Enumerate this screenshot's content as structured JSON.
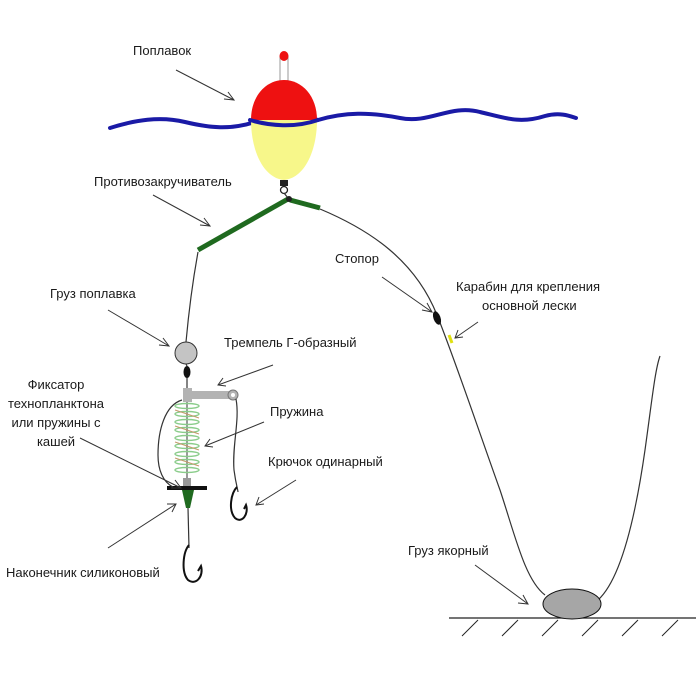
{
  "labels": {
    "float": "Поплавок",
    "anti_twist": "Противозакручиватель",
    "float_weight": "Груз поплавка",
    "stopper": "Стопор",
    "carabiner_line1": "Карабин для крепления",
    "carabiner_line2": "основной лески",
    "trempel": "Тремпель Г-образный",
    "fixer_line1": "Фиксатор",
    "fixer_line2": "технопланктона",
    "fixer_line3": "или пружины с",
    "fixer_line4": "кашей",
    "spring": "Пружина",
    "single_hook": "Крючок одинарный",
    "silicone_tip": "Наконечник силиконовый",
    "anchor_weight": "Груз якорный"
  },
  "colors": {
    "water": "#1a1aa6",
    "float_top": "#ee1111",
    "float_bottom": "#f7f78a",
    "anti_twist": "#1f6a1f",
    "line": "#333333",
    "weight": "#c4c4c4",
    "anchor": "#a6a6a6",
    "carabiner_mark": "#e0e010"
  }
}
